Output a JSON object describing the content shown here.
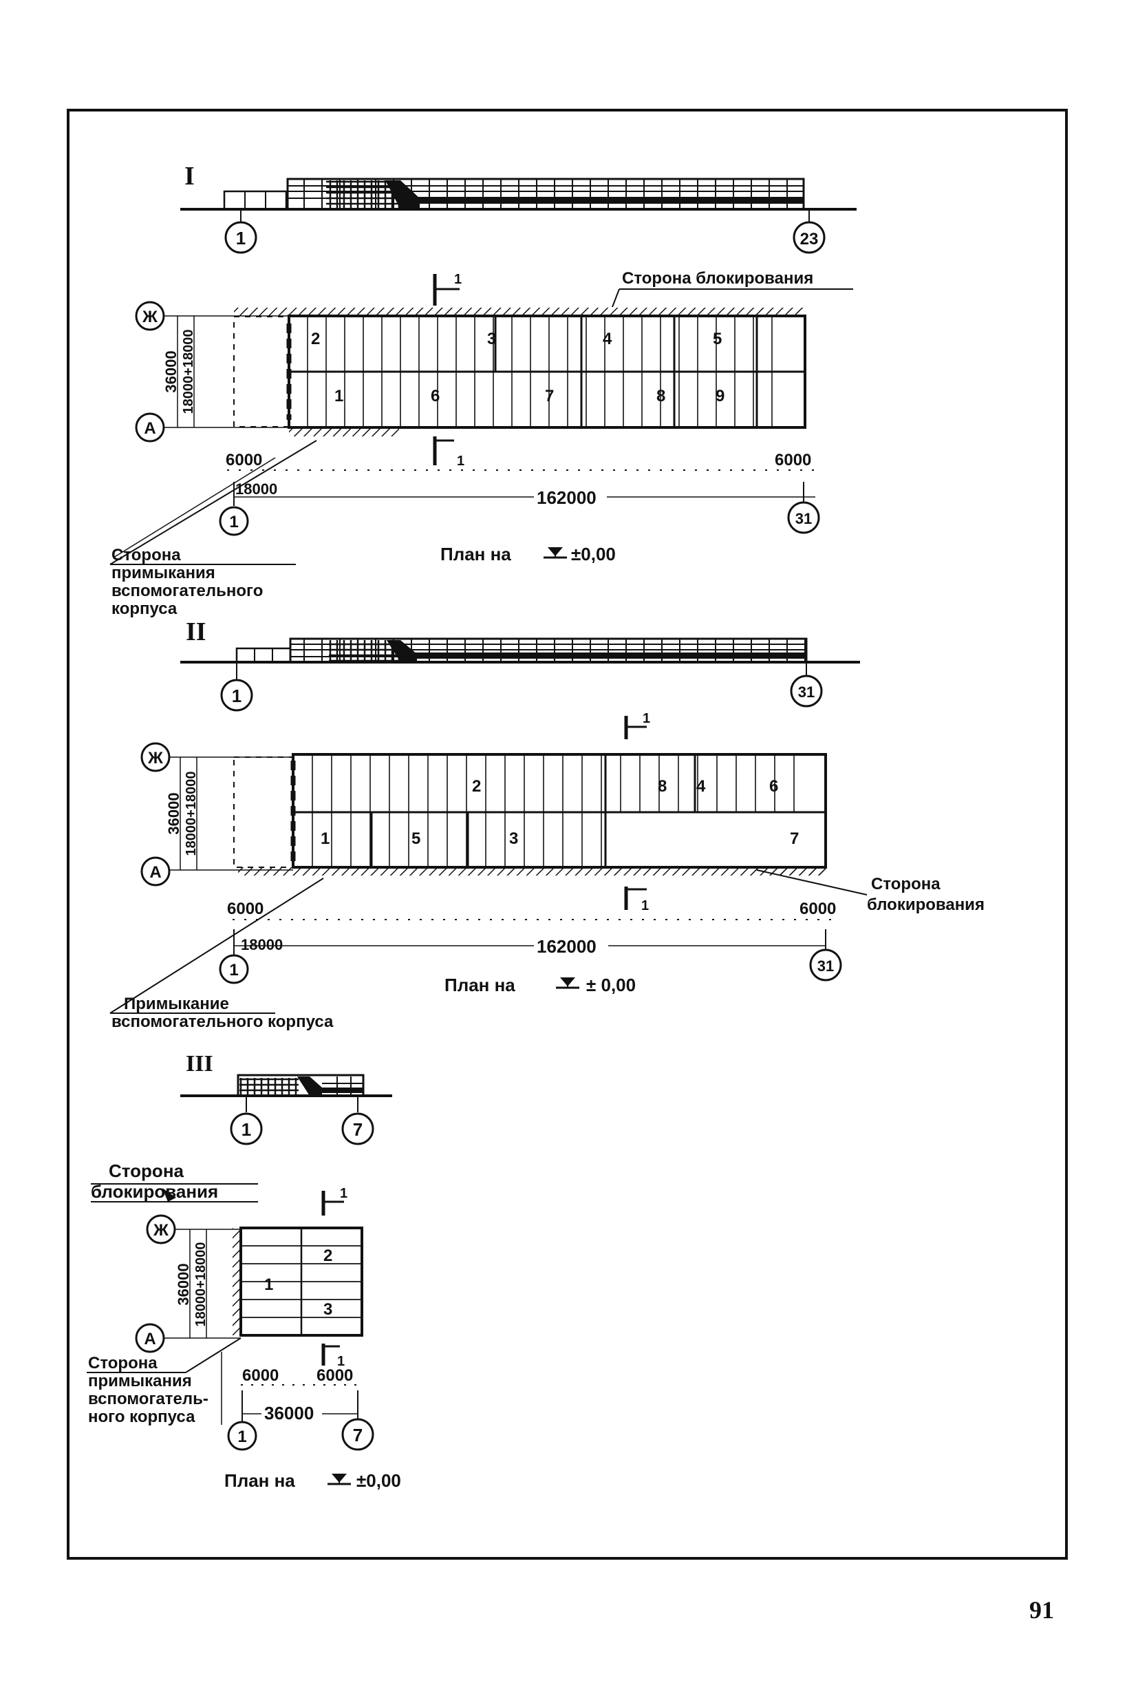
{
  "page_number": "91",
  "variants": [
    {
      "roman": "I",
      "elevation_axes": {
        "start": "1",
        "end": "23"
      },
      "plan": {
        "axis_rows": {
          "top": "Ж",
          "bottom": "А"
        },
        "vertical_dims": {
          "total": "36000",
          "split": "18000+18000"
        },
        "cells": [
          "2",
          "3",
          "4",
          "5",
          "1",
          "6",
          "7",
          "8",
          "9"
        ],
        "section_mark": "1",
        "bottom_dims": {
          "edge_left": "6000",
          "edge_right": "6000",
          "span_a": "18000",
          "span_b": "162000"
        },
        "plan_axes": {
          "start": "1",
          "end": "31"
        },
        "blocking_side": "Сторона блокирования",
        "aux_note": [
          "Сторона",
          "примыкания",
          "вспомогательного",
          "корпуса"
        ],
        "caption_prefix": "План  на",
        "caption_level": "±0,00"
      }
    },
    {
      "roman": "II",
      "elevation_axes": {
        "start": "1",
        "end": "31"
      },
      "plan": {
        "axis_rows": {
          "top": "Ж",
          "bottom": "А"
        },
        "vertical_dims": {
          "total": "36000",
          "split": "18000+18000"
        },
        "cells": [
          "2",
          "8",
          "4",
          "6",
          "1",
          "5",
          "3",
          "7"
        ],
        "section_mark": "1",
        "bottom_dims": {
          "edge_left": "6000",
          "edge_right": "6000",
          "span_a": "18000",
          "span_b": "162000"
        },
        "plan_axes": {
          "start": "1",
          "end": "31"
        },
        "blocking_side": [
          "Сторона",
          "блокирования"
        ],
        "aux_note": [
          "Примыкание",
          "вспомогательного  корпуса"
        ],
        "caption_prefix": "План   на",
        "caption_level": "± 0,00"
      }
    },
    {
      "roman": "III",
      "elevation_axes": {
        "start": "1",
        "end": "7"
      },
      "plan": {
        "axis_rows": {
          "top": "Ж",
          "bottom": "А"
        },
        "vertical_dims": {
          "total": "36000",
          "split": "18000+18000"
        },
        "cells": [
          "2",
          "1",
          "3"
        ],
        "section_mark": "1",
        "bottom_dims": {
          "edge_left": "6000",
          "edge_right": "6000",
          "span": "36000"
        },
        "plan_axes": {
          "start": "1",
          "end": "7"
        },
        "blocking_side": [
          "Сторона",
          "блокирования"
        ],
        "aux_note": [
          "Сторона",
          "примыкания",
          "вспомогатель-",
          "ного  корпуса"
        ],
        "caption_prefix": "План  на",
        "caption_level": "±0,00"
      }
    }
  ]
}
